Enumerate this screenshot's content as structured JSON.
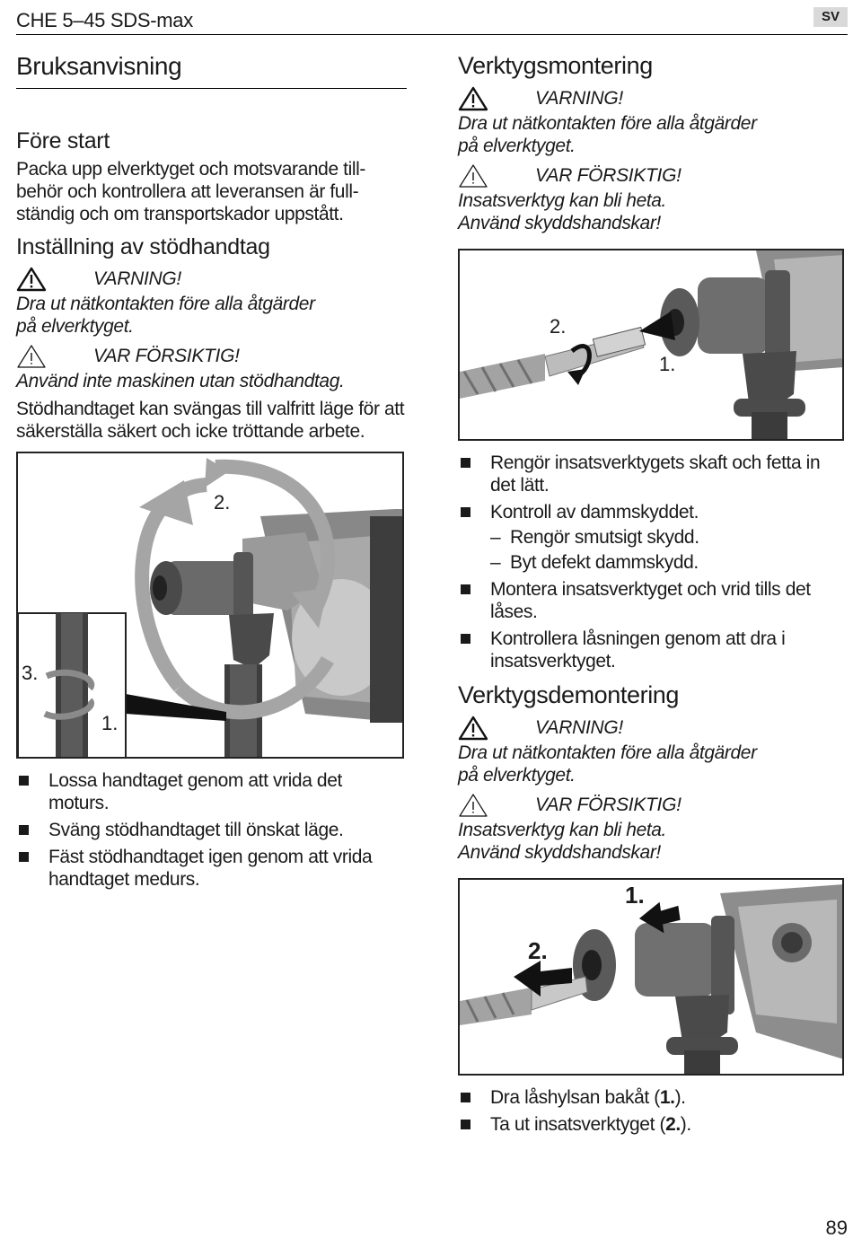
{
  "header": {
    "title": "CHE 5–45 SDS-max",
    "lang": "SV"
  },
  "left": {
    "main_title": "Bruksanvisning",
    "before_start": {
      "title": "Före start",
      "text": "Packa upp elverktyget och motsvarande till-behör och kontrollera att leveransen är full-ständig och om transportskador uppstått."
    },
    "handle": {
      "title": "Inställning av stödhandtag",
      "warning_label": "VARNING!",
      "warning_text": "Dra ut nätkontakten före alla åtgärder på elverktyget.",
      "caution_label": "VAR FÖRSIKTIG!",
      "caution_text": "Använd inte maskinen utan stödhandtag.",
      "body": "Stödhandtaget kan svängas till valfritt läge för att säkerställa säkert och icke tröttande arbete.",
      "figure_labels": {
        "one": "1.",
        "two": "2.",
        "three": "3."
      },
      "steps": [
        "Lossa handtaget genom att vrida det moturs.",
        "Sväng stödhandtaget till önskat läge.",
        "Fäst stödhandtaget igen genom att vrida handtaget medurs."
      ]
    }
  },
  "right": {
    "mount": {
      "title": "Verktygsmontering",
      "warning_label": "VARNING!",
      "warning_text": "Dra ut nätkontakten före alla åtgärder på elverktyget.",
      "caution_label": "VAR FÖRSIKTIG!",
      "caution_text_1": "Insatsverktyg kan bli heta.",
      "caution_text_2": "Använd skyddshandskar!",
      "figure_labels": {
        "one": "1.",
        "two": "2."
      },
      "step1": "Rengör insatsverktygets skaft och fetta in det lätt.",
      "step2": "Kontroll av dammskyddet.",
      "step2_sub1": "Rengör smutsigt skydd.",
      "step2_sub2": "Byt defekt dammskydd.",
      "step3": "Montera insatsverktyget och vrid tills det låses.",
      "step4": "Kontrollera låsningen genom att dra i insatsverktyget."
    },
    "dismount": {
      "title": "Verktygsdemontering",
      "warning_label": "VARNING!",
      "warning_text": "Dra ut nätkontakten före alla åtgärder på elverktyget.",
      "caution_label": "VAR FÖRSIKTIG!",
      "caution_text_1": "Insatsverktyg kan bli heta.",
      "caution_text_2": "Använd skyddshandskar!",
      "figure_labels": {
        "one": "1.",
        "two": "2."
      },
      "step1_text": "Dra låshylsan bakåt (",
      "step1_ref": "1.",
      "step1_end": ").",
      "step2_text": "Ta ut insatsverktyget (",
      "step2_ref": "2.",
      "step2_end": ")."
    }
  },
  "footer": {
    "page": "89"
  }
}
